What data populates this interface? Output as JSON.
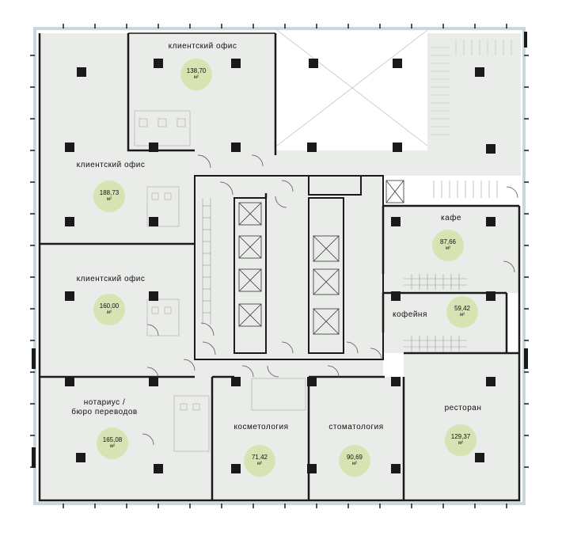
{
  "unit": "м²",
  "rooms": [
    {
      "id": "office-1",
      "label": "клиентский офис",
      "area": "138,70"
    },
    {
      "id": "office-2",
      "label": "клиентский офис",
      "area": "188,73"
    },
    {
      "id": "office-3",
      "label": "клиентский офис",
      "area": "160,00"
    },
    {
      "id": "notary",
      "label": "нотариус /",
      "label2": "бюро переводов",
      "area": "165,08"
    },
    {
      "id": "cosmetology",
      "label": "косметология",
      "area": "71,42"
    },
    {
      "id": "dentistry",
      "label": "стоматология",
      "area": "90,69"
    },
    {
      "id": "cafe",
      "label": "кафе",
      "area": "87,66"
    },
    {
      "id": "coffee",
      "label": "кофейня",
      "area": "59,42"
    },
    {
      "id": "restaurant",
      "label": "ресторан",
      "area": "129,37"
    }
  ],
  "colors": {
    "room_fill": "#e9ece8",
    "wall": "#1a1a1a",
    "badge": "#d7e3b2",
    "glass": "#c9d8dc"
  }
}
